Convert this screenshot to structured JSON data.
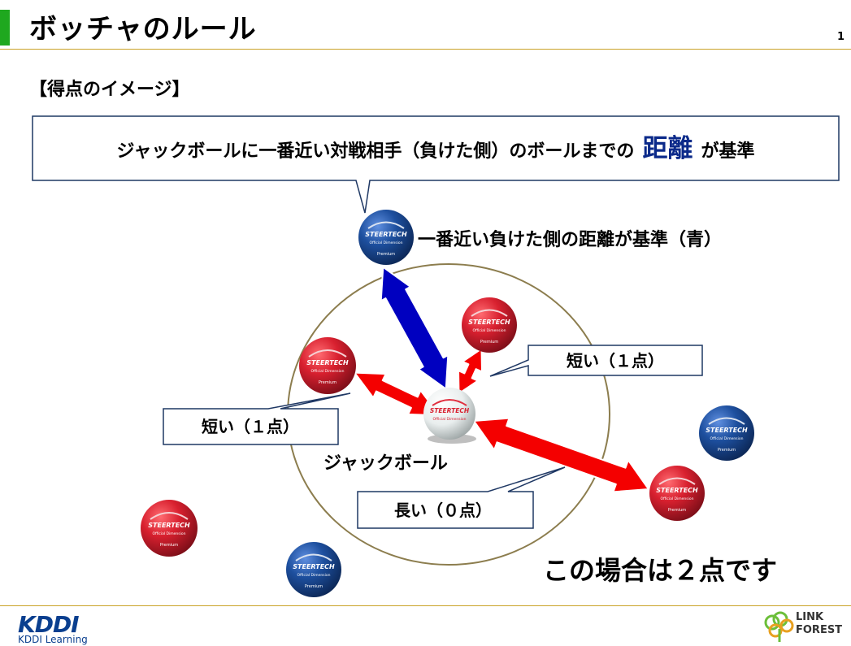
{
  "slide": {
    "title": "ボッチャのルール",
    "page_number": "1",
    "section_label": "【得点のイメージ】"
  },
  "callout_main": {
    "text_before": "ジャックボールに一番近い対戦相手（負けた側）のボールまでの",
    "emphasis": "距離",
    "text_after": "が基準"
  },
  "labels": {
    "blue_nearest": "一番近い負けた側の距離が基準（青）",
    "jack": "ジャックボール",
    "short_right": "短い（１点）",
    "short_left": "短い（１点）",
    "long": "長い（０点）",
    "result": "この場合は２点です"
  },
  "ball_text": {
    "brand": "STEERTECH",
    "sub": "Official Dimension",
    "grade": "Premium"
  },
  "footer": {
    "kddi": "KDDI",
    "kddi_sub": "KDDI Learning",
    "link_line1": "LINK",
    "link_line2": "FOREST"
  },
  "colors": {
    "red_ball": "#d8202f",
    "blue_ball": "#1d4f9e",
    "jack_ball": "#e9eeee",
    "red_arrow": "#f40000",
    "blue_arrow": "#0000c0",
    "emphasis": "#0b2a8a",
    "circle": "#8c7d4e",
    "accent": "#1fa81f"
  }
}
